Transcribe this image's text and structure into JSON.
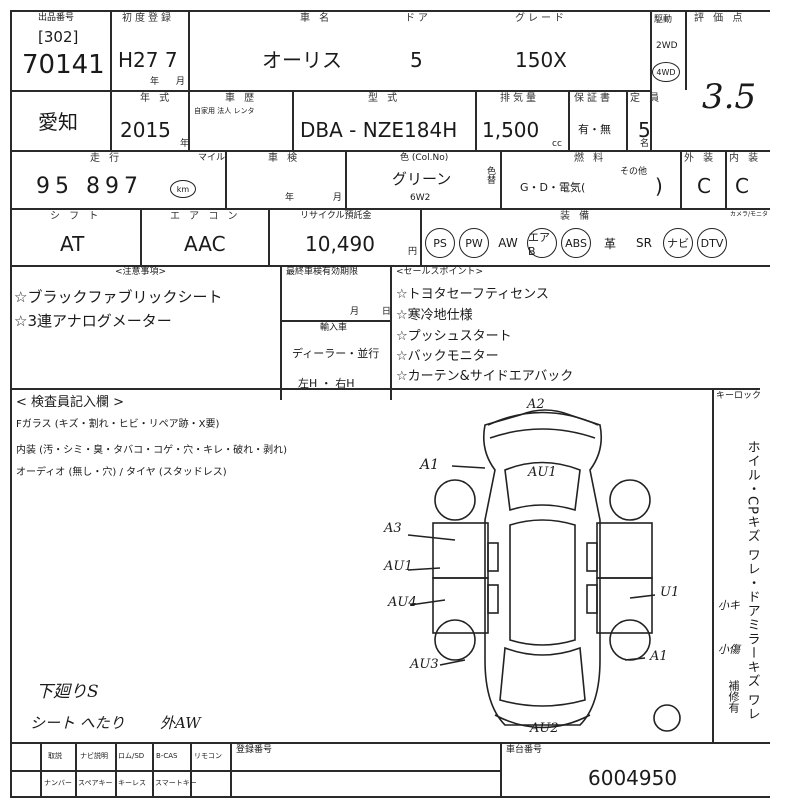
{
  "lot": {
    "label": "出品番号",
    "code": "[302]",
    "number": "70141"
  },
  "first_reg": {
    "label": "初度登録",
    "value": "H27 7",
    "unit": "年 月"
  },
  "name": {
    "label": "車 名",
    "value": "オーリス"
  },
  "doors": {
    "label": "ドア",
    "value": "5"
  },
  "grade": {
    "label": "グレード",
    "value": "150X"
  },
  "drive": {
    "label": "駆動",
    "opt1": "2WD",
    "opt2": "4WD"
  },
  "score": {
    "label": "評 価 点",
    "value": "3.5"
  },
  "area": {
    "value": "愛知"
  },
  "model_year": {
    "label": "年 式",
    "value": "2015",
    "unit": "年"
  },
  "warranty": {
    "label": "車 歴",
    "sub": "自家用 法人 レンタ"
  },
  "type_code": {
    "label": "型 式",
    "value": "DBA - NZE184H"
  },
  "displacement": {
    "label": "排気量",
    "value": "1,500",
    "unit": "cc"
  },
  "manual": {
    "label": "保証書",
    "value": "有・無"
  },
  "capacity": {
    "label": "定 員",
    "value": "5",
    "unit": "名"
  },
  "mileage": {
    "label": "走 行",
    "value": "95 897",
    "unit": "km",
    "mile": "マイル"
  },
  "inspection": {
    "label": "車 検",
    "unit": "年 月"
  },
  "color": {
    "label": "色 (Col.No)",
    "value": "グリーン",
    "code": "6W2",
    "change": "色替"
  },
  "fuel": {
    "label": "燃 料",
    "value": "G・D・電気(",
    "close": ")",
    "other": "その他"
  },
  "exterior": {
    "label": "外 装",
    "value": "C"
  },
  "interior": {
    "label": "内 装",
    "value": "C"
  },
  "shift": {
    "label": "シ フ ト",
    "value": "AT"
  },
  "aircon": {
    "label": "エ ア コ ン",
    "value": "AAC"
  },
  "recycle": {
    "label": "リサイクル預託金",
    "value": "10,490",
    "unit": "円"
  },
  "equipment": {
    "label": "装 備",
    "items": [
      "PS",
      "PW",
      "AW",
      "エアB",
      "ABS",
      "革",
      "SR",
      "ナビ",
      "DTV"
    ],
    "circled": [
      true,
      true,
      false,
      true,
      true,
      false,
      false,
      true,
      true
    ],
    "last_label": "カメラ/モニタ"
  },
  "notes": {
    "label": "<注意事項>",
    "lines": [
      "☆ブラックファブリックシート",
      "☆3連アナログメーター"
    ]
  },
  "final_inspection": {
    "label": "最終車検有効期限",
    "unit": "月 日"
  },
  "import": {
    "label": "輸入車",
    "dealer": "ディーラー・並行",
    "handle": "左H ・ 右H"
  },
  "sales_points": {
    "label": "<セールスポイント>",
    "lines": [
      "☆トヨタセーフティセンス",
      "☆寒冷地仕様",
      "☆プッシュスタート",
      "☆バックモニター",
      "☆カーテン&サイドエアバック"
    ]
  },
  "inspector": {
    "label": "< 検査員記入欄 >",
    "lines": [
      "Fガラス (キズ・割れ・ヒビ・リペア跡・X要)",
      "内装 (汚・シミ・臭・タバコ・コゲ・穴・キレ・破れ・剥れ)",
      "オーディオ (無し・穴) / タイヤ (スタッドレス)"
    ],
    "handwritten": [
      "下廻りS",
      "シート へたり",
      "外AW"
    ]
  },
  "key": {
    "label": "キーロック"
  },
  "side_vertical": [
    "ホイル・CPキズ ワレ・ドアミラーキズ ワレ",
    "小キ",
    "小傷",
    "補修有"
  ],
  "damage_marks": [
    "A2",
    "A1",
    "AU1",
    "A3",
    "AU1",
    "AU4",
    "U1",
    "A1",
    "AU3",
    "AU2"
  ],
  "footer": {
    "row1": [
      "取説",
      "ナビ説明",
      "ロム/SD",
      "B-CAS",
      "リモコン"
    ],
    "row2": [
      "ナンバー",
      "スペアキー",
      "キーレス",
      "スマートキー"
    ],
    "reg_label": "登録番号",
    "chassis_label": "車台番号",
    "chassis_value": "6004950"
  }
}
